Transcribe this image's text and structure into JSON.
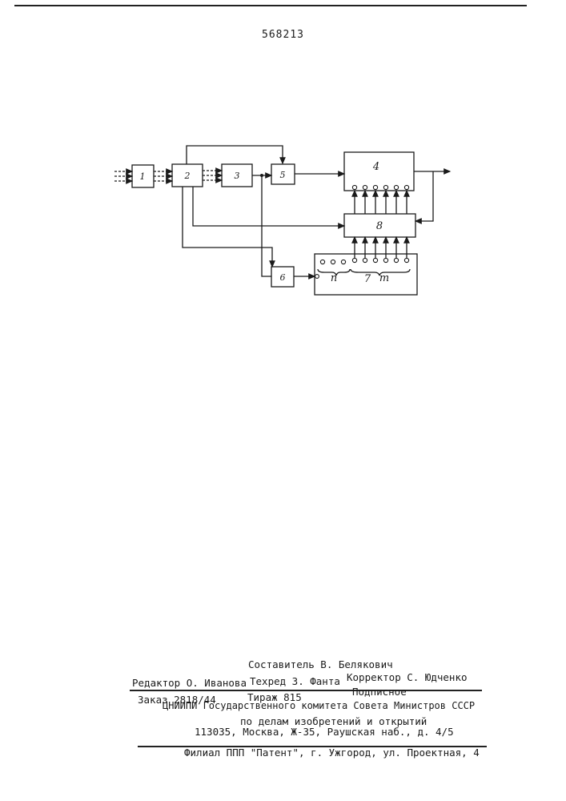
{
  "page_number": "568213",
  "diagram": {
    "blocks": {
      "b1": "1",
      "b2": "2",
      "b3": "3",
      "b4": "4",
      "b5": "5",
      "b6": "6",
      "b7": "7",
      "b8": "8"
    },
    "labels": {
      "n": "n",
      "m": "m"
    }
  },
  "imprint": {
    "compiler": "Составитель В. Белякович",
    "editor": "Редактор О. Иванова",
    "techred": "Техред З. Фанта",
    "corrector": "Корректор С. Юдченко",
    "order": "Заказ 2818/44",
    "circulation": "Тираж 815",
    "subscription": "Подписное",
    "org": "ЦНИИПИ Государственного комитета Совета Министров СССР",
    "org2": "по делам изобретений и открытий",
    "address": "113035, Москва, Ж-35, Раушская наб., д. 4/5",
    "branch": "Филиал ППП \"Патент\", г. Ужгород, ул. Проектная, 4"
  }
}
